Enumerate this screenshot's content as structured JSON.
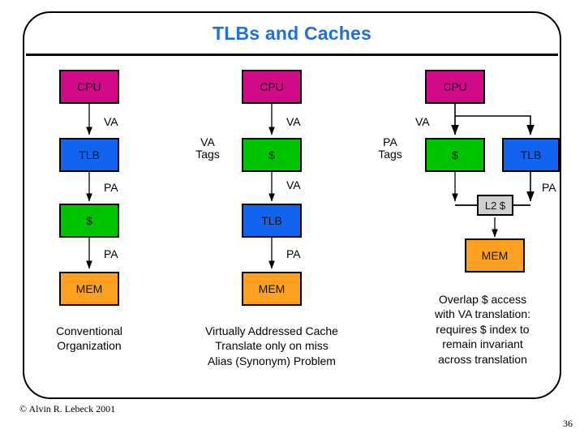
{
  "slide": {
    "title": "TLBs and Caches",
    "title_color": "#1f6fde",
    "copyright": "© Alvin R. Lebeck 2001",
    "page_number": "36"
  },
  "palette": {
    "cpu": "#d10a87",
    "tlb": "#1064f0",
    "cache": "#00c400",
    "mem": "#ffa023",
    "l2": "#cfcfcf",
    "outline": "#000000"
  },
  "columns": [
    {
      "id": "conventional",
      "caption": "Conventional\nOrganization",
      "caption_line1": "Conventional",
      "caption_line2": "Organization",
      "tag_label": "",
      "boxes": [
        {
          "name": "cpu",
          "label": "CPU"
        },
        {
          "name": "tlb",
          "label": "TLB"
        },
        {
          "name": "cache",
          "label": "$"
        },
        {
          "name": "mem",
          "label": "MEM"
        }
      ],
      "edge_labels": [
        "VA",
        "PA",
        "PA"
      ]
    },
    {
      "id": "virtually-addressed",
      "caption_line1": "Virtually Addressed Cache",
      "caption_line2": "Translate only on miss",
      "caption_line3": "Alias (Synonym) Problem",
      "tag_label_line1": "VA",
      "tag_label_line2": "Tags",
      "boxes": [
        {
          "name": "cpu",
          "label": "CPU"
        },
        {
          "name": "cache",
          "label": "$"
        },
        {
          "name": "tlb",
          "label": "TLB"
        },
        {
          "name": "mem",
          "label": "MEM"
        }
      ],
      "edge_labels": [
        "VA",
        "VA",
        "PA"
      ]
    },
    {
      "id": "overlapped",
      "caption_line1": "Overlap $ access",
      "caption_line2": "with VA translation:",
      "caption_line3": "requires $ index to",
      "caption_line4": "remain invariant",
      "caption_line5": "across translation",
      "tag_label_line1": "PA",
      "tag_label_line2": "Tags",
      "boxes": [
        {
          "name": "cpu",
          "label": "CPU"
        },
        {
          "name": "cache",
          "label": "$"
        },
        {
          "name": "tlb",
          "label": "TLB"
        },
        {
          "name": "l2",
          "label": "L2 $"
        },
        {
          "name": "mem",
          "label": "MEM"
        }
      ],
      "edge_labels": [
        "VA",
        "PA"
      ]
    }
  ]
}
